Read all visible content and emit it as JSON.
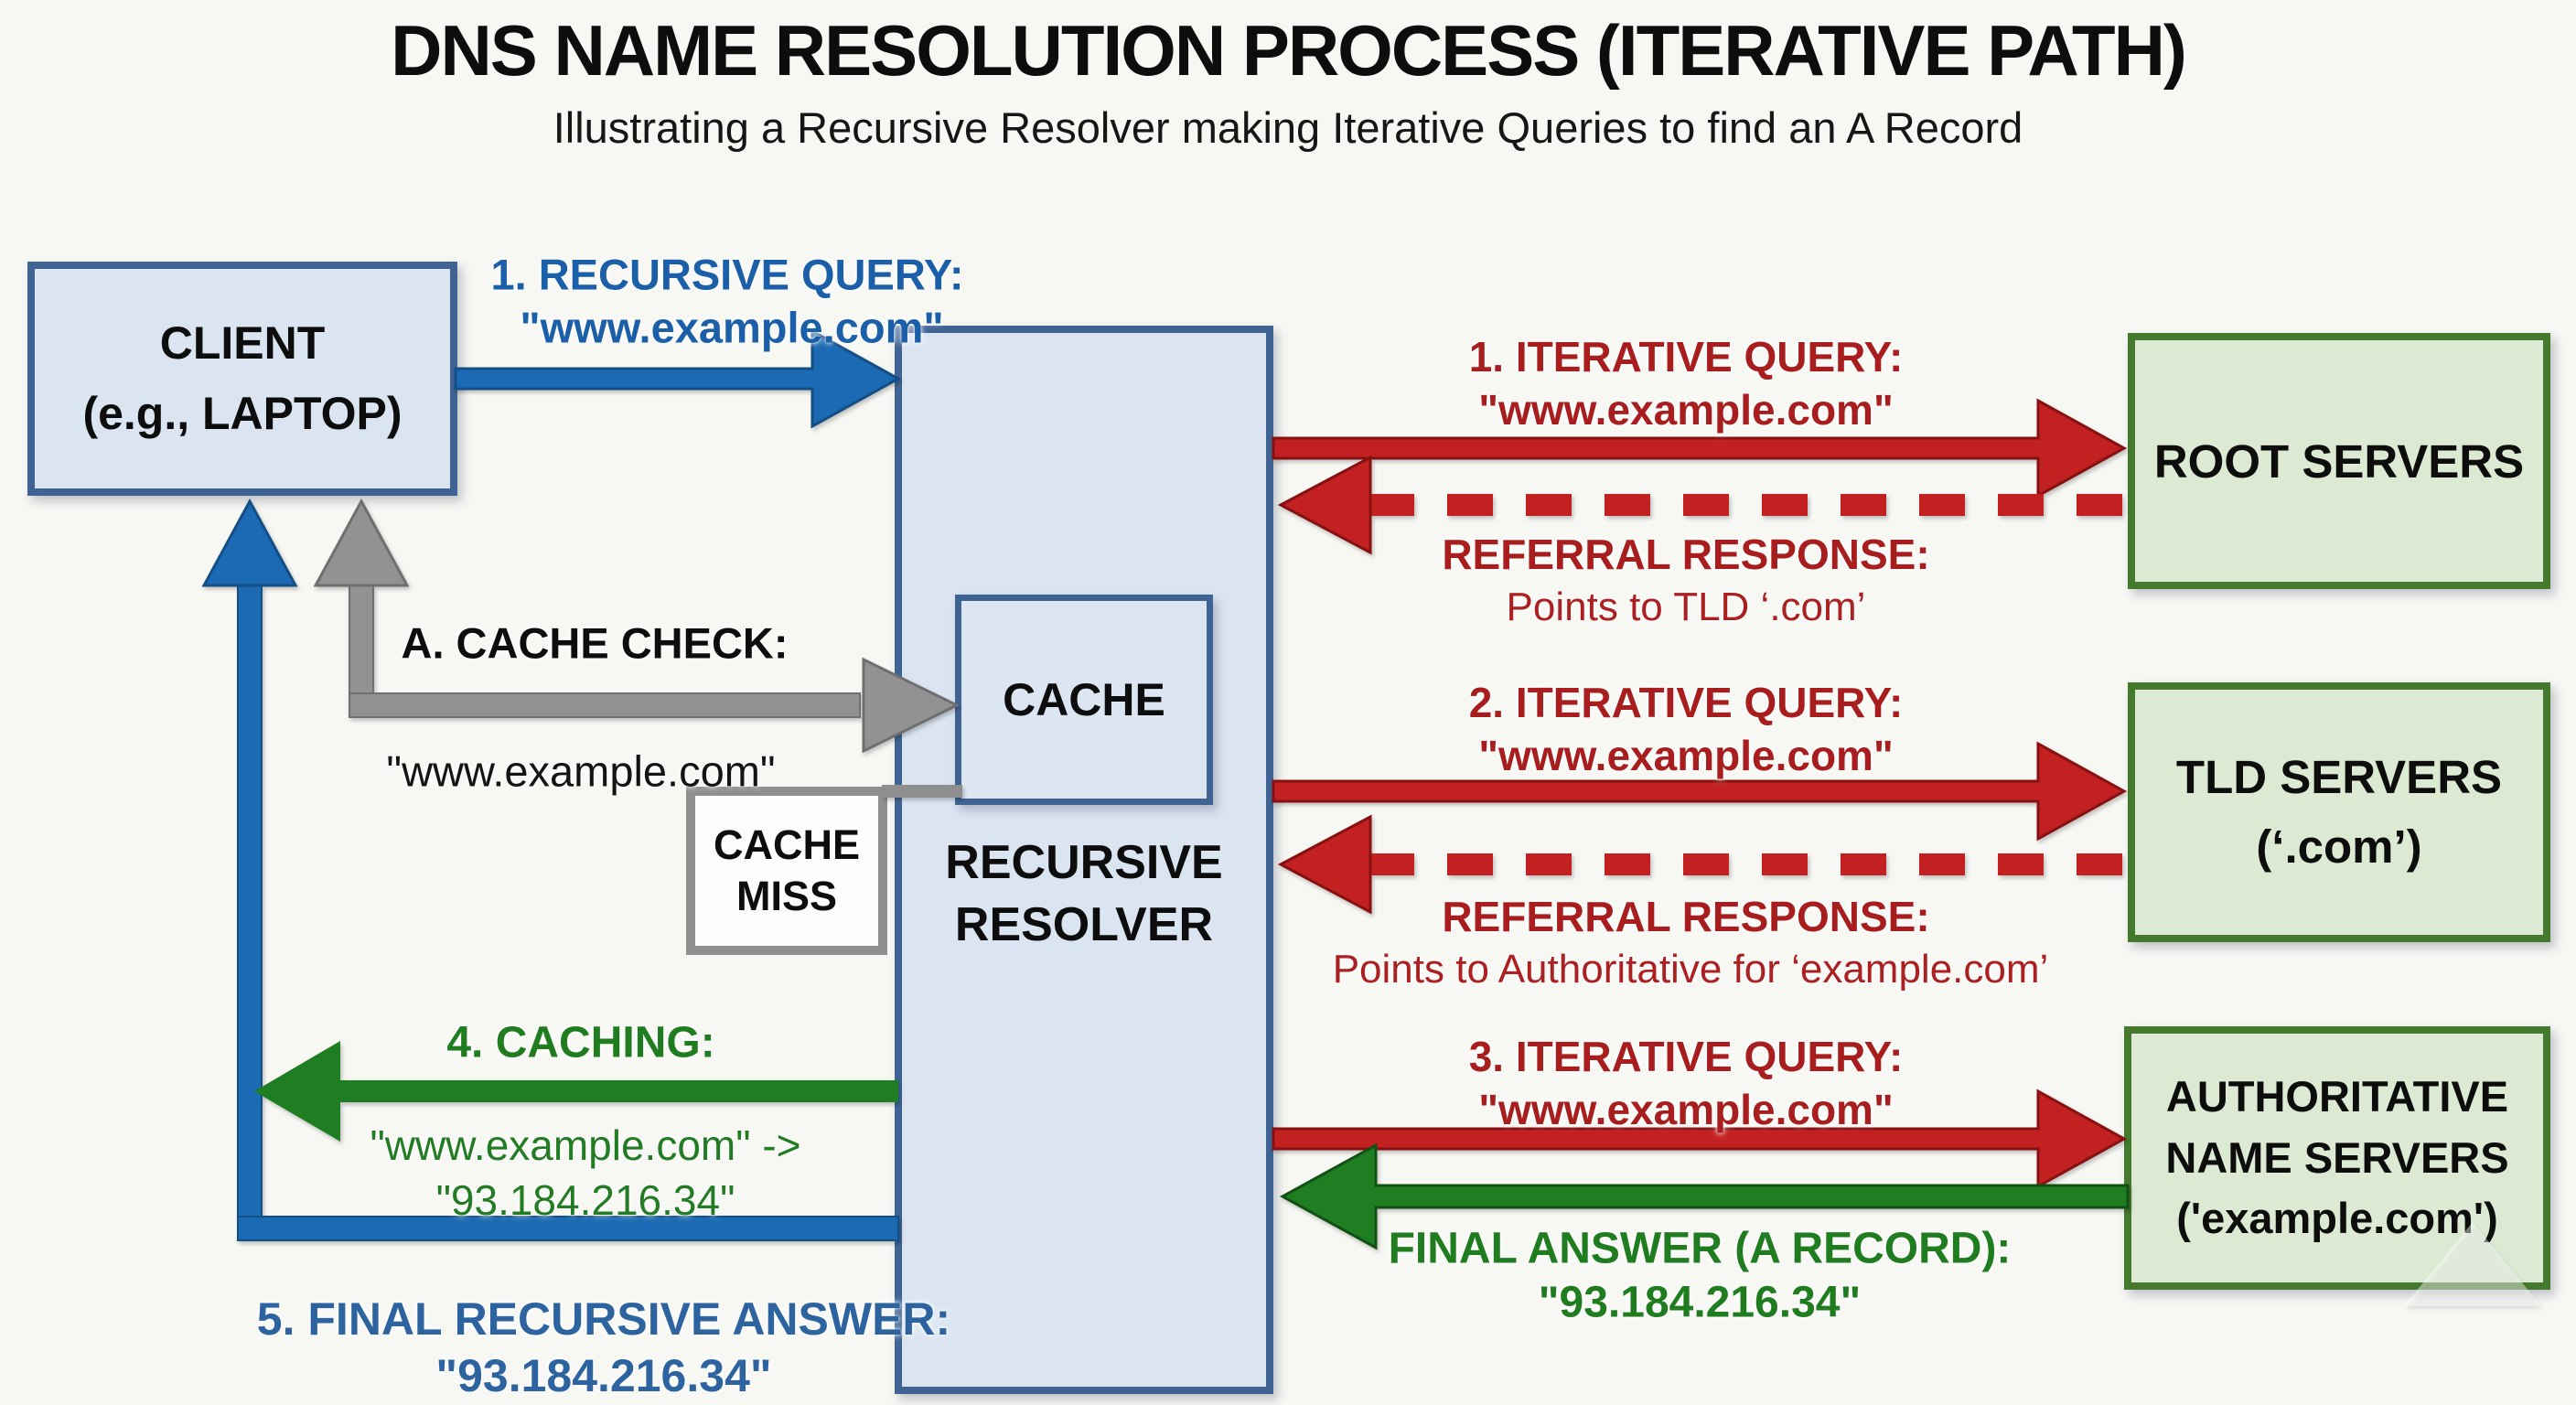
{
  "header": {
    "title": "DNS NAME RESOLUTION PROCESS (ITERATIVE PATH)",
    "subtitle": "Illustrating a Recursive Resolver making Iterative Queries to find an A Record"
  },
  "nodes": {
    "client": {
      "line1": "CLIENT",
      "line2": "(e.g., LAPTOP)"
    },
    "resolver": {
      "line1": "RECURSIVE",
      "line2": "RESOLVER"
    },
    "cache": {
      "label": "CACHE"
    },
    "cache_miss": {
      "line1": "CACHE",
      "line2": "MISS"
    },
    "root": {
      "label": "ROOT SERVERS"
    },
    "tld": {
      "line1": "TLD SERVERS",
      "line2": "(‘.com’)"
    },
    "auth": {
      "line1": "AUTHORITATIVE",
      "line2": "NAME SERVERS",
      "line3": "('example.com')"
    }
  },
  "flows": {
    "recursive_query": {
      "title": "1. RECURSIVE QUERY:",
      "value": "\"www.example.com\""
    },
    "cache_check": {
      "title": "A. CACHE CHECK:",
      "value": "\"www.example.com\""
    },
    "iterative_query_1": {
      "title": "1. ITERATIVE QUERY:",
      "value": "\"www.example.com\""
    },
    "referral_1": {
      "title": "REFERRAL RESPONSE:",
      "detail": "Points to TLD ‘.com’"
    },
    "iterative_query_2": {
      "title": "2. ITERATIVE QUERY:",
      "value": "\"www.example.com\""
    },
    "referral_2": {
      "title": "REFERRAL RESPONSE:",
      "detail": "Points to Authoritative for ‘example.com’"
    },
    "iterative_query_3": {
      "title": "3. ITERATIVE QUERY:",
      "value": "\"www.example.com\""
    },
    "final_answer": {
      "title": "FINAL ANSWER (A RECORD):",
      "value": "\"93.184.216.34\""
    },
    "caching": {
      "title": "4. CACHING:",
      "line1": "\"www.example.com\" ->",
      "line2": "\"93.184.216.34\""
    },
    "final_recursive_answer": {
      "title": "5. FINAL RECURSIVE ANSWER:",
      "value": "\"93.184.216.34\""
    }
  },
  "colors": {
    "background": "#f7f7f4",
    "box_blue_fill": "#dbe5f2",
    "box_blue_border": "#3f6493",
    "box_green_fill": "#dcead3",
    "box_green_border": "#457a2e",
    "arrow_blue": "#1b6ab3",
    "arrow_gray": "#929292",
    "arrow_red": "#c32121",
    "arrow_green": "#1f7e22",
    "text_blue": "#1c5fa9",
    "text_red": "#a81e1e",
    "text_green": "#1f7d20",
    "text_black": "#0d0d0d"
  }
}
